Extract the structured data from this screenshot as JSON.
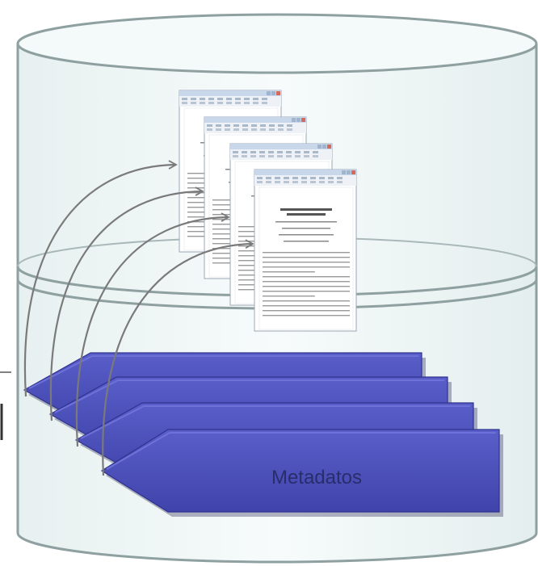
{
  "diagram": {
    "metadata_label": "Metadatos",
    "edge_stroke_color": "#7a7a7a",
    "cylinder_stroke_color": "#8fa0a0",
    "cylinder_fill_color": "#f3f8f8",
    "arrow_fill_color": "#4a4fb8",
    "arrow_top_color": "#6e72d8",
    "arrow_dark_color": "#2f3390",
    "documents": [
      {
        "id": "doc-1"
      },
      {
        "id": "doc-2"
      },
      {
        "id": "doc-3"
      },
      {
        "id": "doc-4"
      }
    ],
    "metadata_arrows": [
      {
        "id": "meta-1"
      },
      {
        "id": "meta-2"
      },
      {
        "id": "meta-3"
      },
      {
        "id": "meta-4"
      }
    ]
  }
}
